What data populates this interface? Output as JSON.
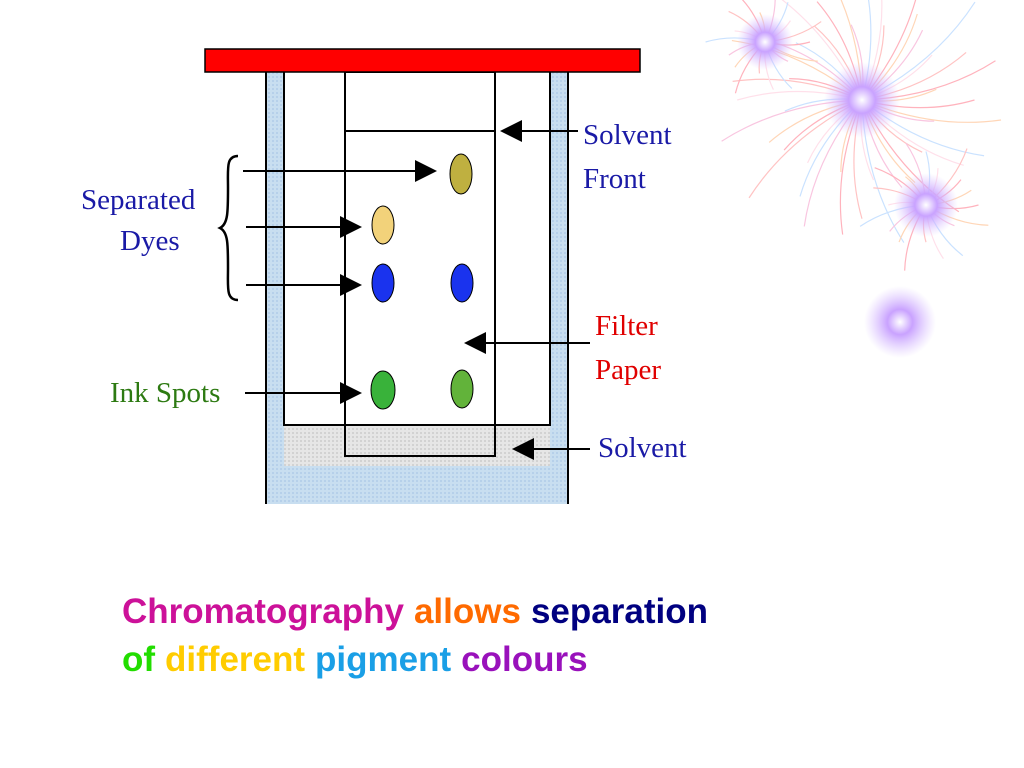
{
  "diagram": {
    "labels": {
      "solvent_front": [
        "Solvent",
        "Front"
      ],
      "separated_dyes": [
        "Separated",
        "Dyes"
      ],
      "filter_paper": [
        "Filter",
        "Paper"
      ],
      "ink_spots": "Ink Spots",
      "solvent": "Solvent"
    },
    "colors": {
      "lid": "#ff0000",
      "label_blue": "#1a1aa6",
      "label_red": "#e00000",
      "label_green": "#2d7a12",
      "solvent_fill": "#c8def0",
      "paper_solvent": "#e4e4e4"
    },
    "spots": [
      {
        "name": "spot-olive-top",
        "color": "#bfb040"
      },
      {
        "name": "spot-peach",
        "color": "#f2d27a"
      },
      {
        "name": "spot-blue-left",
        "color": "#1a33ee"
      },
      {
        "name": "spot-blue-right",
        "color": "#1a33ee"
      },
      {
        "name": "spot-green-left",
        "color": "#39b23a"
      },
      {
        "name": "spot-green-right",
        "color": "#62b33a"
      }
    ]
  },
  "caption": {
    "line1": [
      {
        "text": "Chromatography",
        "color": "#cc1199"
      },
      {
        "text": "allows",
        "color": "#ff6a00"
      },
      {
        "text": "separation",
        "color": "#000080"
      }
    ],
    "line2": [
      {
        "text": "of",
        "color": "#22dd00"
      },
      {
        "text": "different",
        "color": "#ffcc00"
      },
      {
        "text": "pigment",
        "color": "#1a9fe6"
      },
      {
        "text": "colours",
        "color": "#9911bb"
      }
    ]
  }
}
